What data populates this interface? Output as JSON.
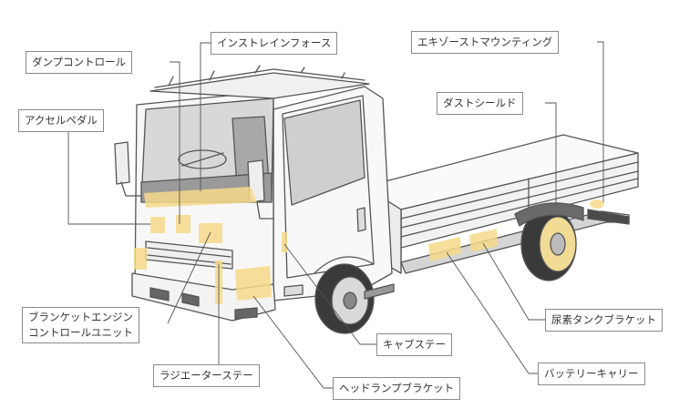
{
  "colors": {
    "outline": "#555555",
    "highlight": "#f6d98a",
    "glass": "#c9c9c9",
    "dark_glass": "#9a9a9a",
    "tire": "#333333",
    "leader": "#555555"
  },
  "labels": {
    "dump_control": "ダンプコントロール",
    "instrument_reinforce": "インストレインフォース",
    "exhaust_mounting": "エキゾーストマウンティング",
    "dust_shield": "ダストシールド",
    "accel_pedal": "アクセルペダル",
    "blank_engine_control_line1": "ブランケットエンジン",
    "blank_engine_control_line2": "コントロールユニット",
    "cab_stay": "キャブステー",
    "urea_tank_bracket": "尿素タンクブラケット",
    "radiator_stay": "ラジエーターステー",
    "battery_carrier": "バッテリーキャリー",
    "headlamp_bracket": "ヘッドランプブラケット"
  }
}
